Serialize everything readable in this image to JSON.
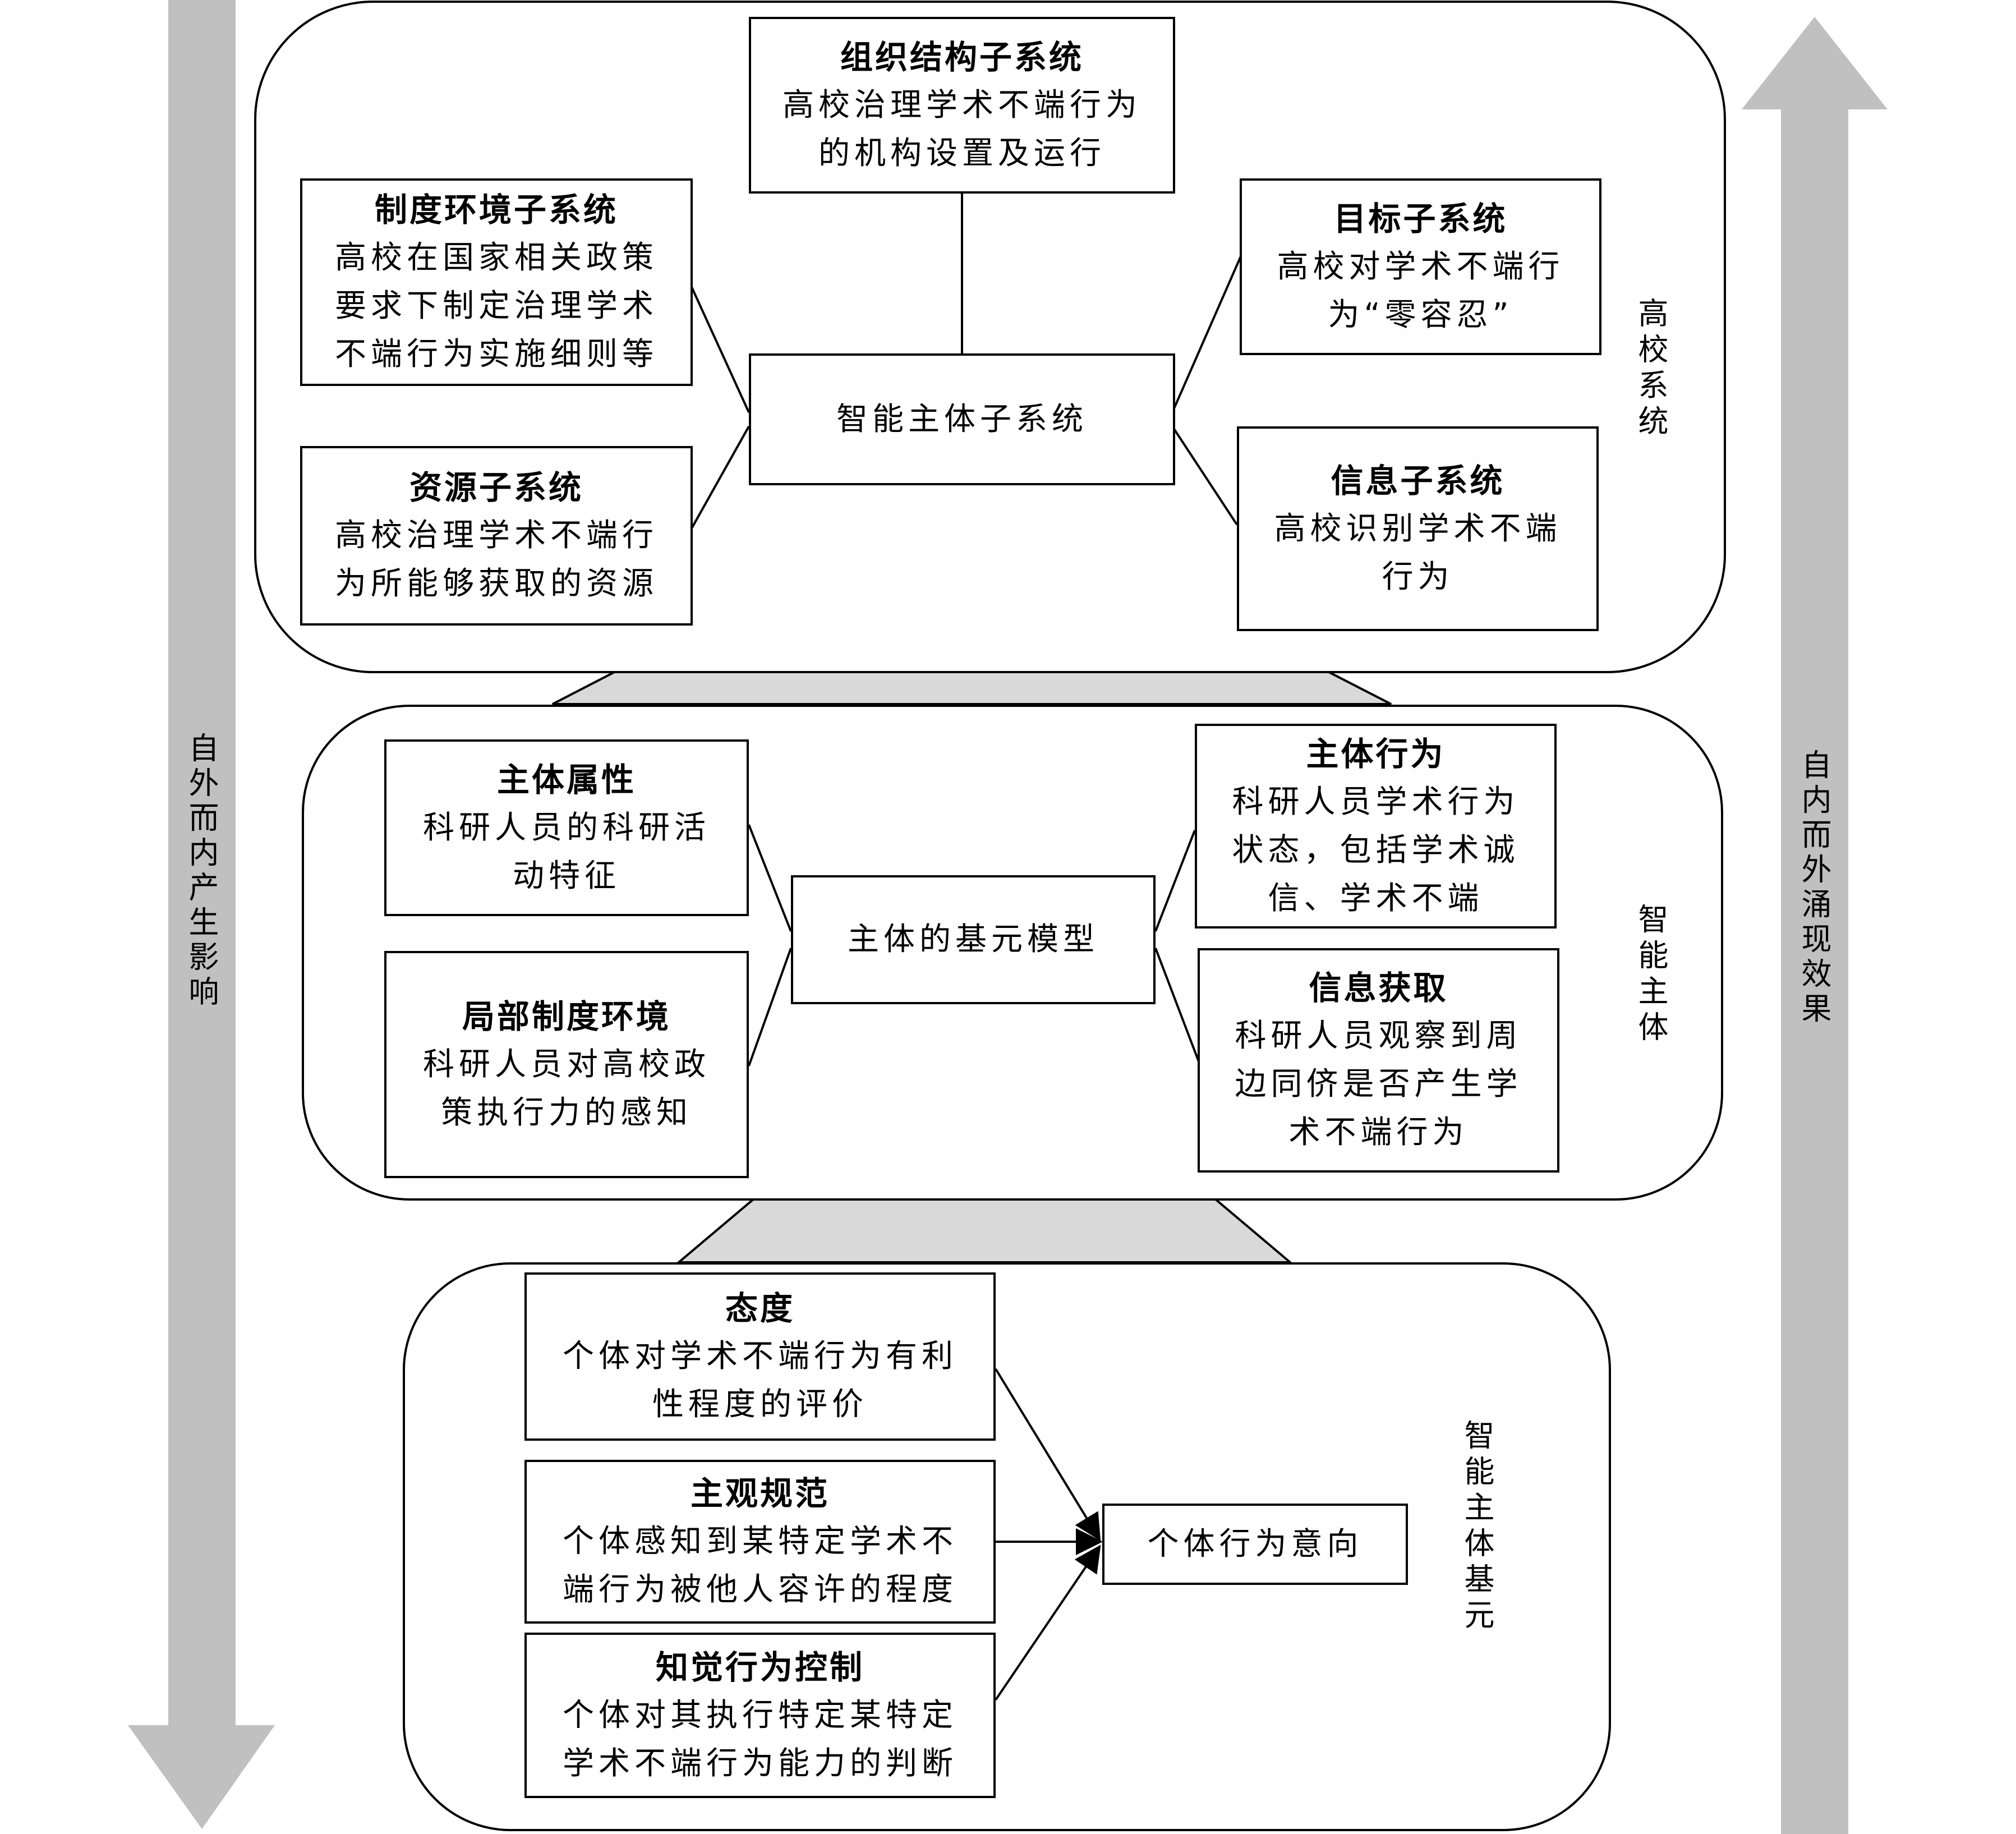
{
  "colors": {
    "arrow": "#c0c0c0",
    "triangle": "#d9d9d9",
    "stroke": "#000000"
  },
  "side": {
    "left_arrow": "自外而内产生影响",
    "right_arrow": "自内而外涌现效果"
  },
  "levels": {
    "school": {
      "label": "高校系统",
      "center": "智能主体子系统",
      "org": {
        "title": "组织结构子系统",
        "desc": "高校治理学术不端行为的机构设置及运行"
      },
      "inst": {
        "title": "制度环境子系统",
        "desc": "高校在国家相关政策要求下制定治理学术不端行为实施细则等"
      },
      "res": {
        "title": "资源子系统",
        "desc": "高校治理学术不端行为所能够获取的资源"
      },
      "goal": {
        "title": "目标子系统",
        "desc": "高校对学术不端行为“零容忍”"
      },
      "info": {
        "title": "信息子系统",
        "desc": "高校识别学术不端行为"
      }
    },
    "agent": {
      "label": "智能主体",
      "center": "主体的基元模型",
      "attr": {
        "title": "主体属性",
        "desc": "科研人员的科研活动特征"
      },
      "local": {
        "title": "局部制度环境",
        "desc": "科研人员对高校政策执行力的感知"
      },
      "behavior": {
        "title": "主体行为",
        "desc": "科研人员学术行为状态，包括学术诚信、学术不端"
      },
      "infoget": {
        "title": "信息获取",
        "desc": "科研人员观察到周边同侪是否产生学术不端行为"
      }
    },
    "unit": {
      "label": "智能主体基元",
      "center": "个体行为意向",
      "attitude": {
        "title": "态度",
        "desc": "个体对学术不端行为有利性程度的评价"
      },
      "norm": {
        "title": "主观规范",
        "desc": "个体感知到某特定学术不端行为被他人容许的程度"
      },
      "control": {
        "title": "知觉行为控制",
        "desc": "个体对其执行特定某特定学术不端行为能力的判断"
      }
    }
  }
}
